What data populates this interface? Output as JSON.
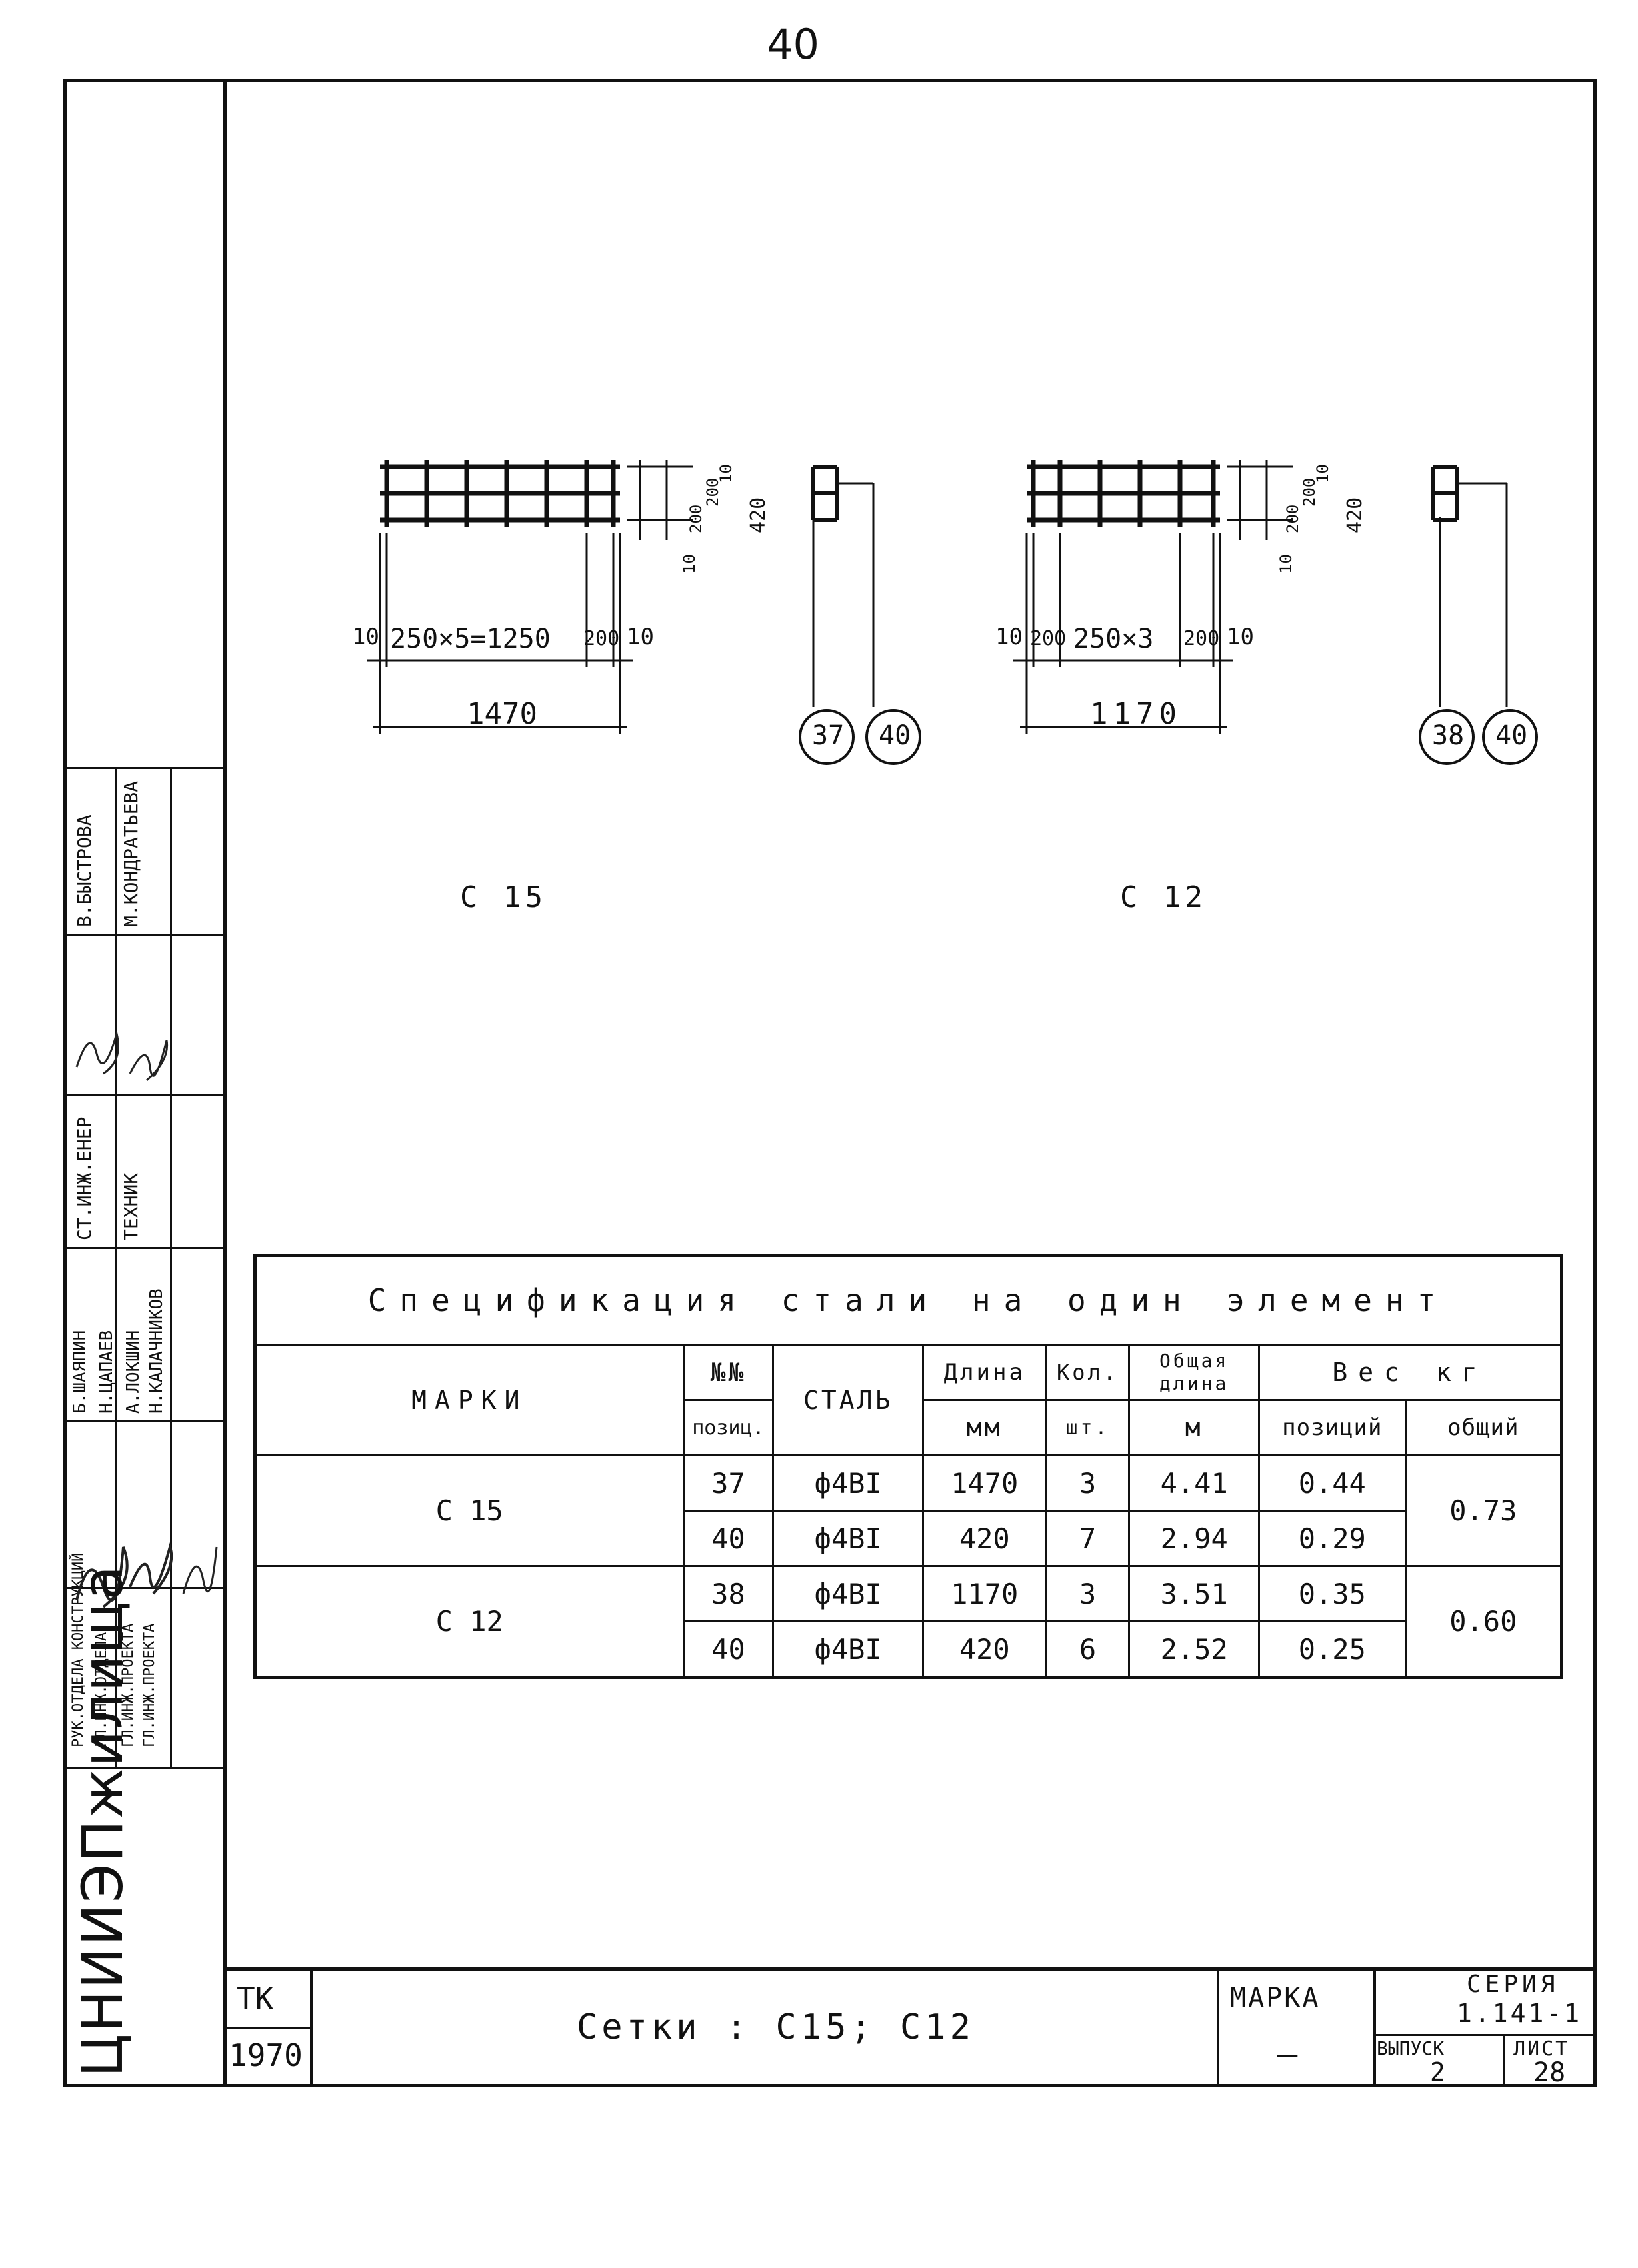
{
  "page_number": "40",
  "stamp": {
    "organization": "ЦНИИЭПжилища",
    "roles": [
      {
        "role": "РУК.ОТДЕЛА КОНСТРУКЦИЙ",
        "name": "Б.ШАЯПИН"
      },
      {
        "role": "ГЛ.ИНЖ.ОТДЕЛА",
        "name": "Н.ЦАПАЕВ"
      },
      {
        "role": "ГЛ.ИНЖ.ПРОЕКТА",
        "name": "А.ЛОКШИН"
      },
      {
        "role": "ГЛ.ИНЖ.ПРОЕКТА",
        "name": "Н.КАЛАЧНИКОВ"
      },
      {
        "role": "СТ.ИНЖ.ЕНЕР",
        "name": "В.БЫСТРОВА"
      },
      {
        "role": "ТЕХНИК",
        "name": "М.КОНДРАТЬЕВА"
      }
    ]
  },
  "drawings": [
    {
      "label": "С 15",
      "dims": {
        "width": "1470",
        "height": "420",
        "bottom_chain": [
          "10",
          "250×5=1250",
          "200",
          "10"
        ],
        "side_chain": [
          "10",
          "200",
          "200",
          "10"
        ]
      },
      "positions": [
        "37",
        "40"
      ]
    },
    {
      "label": "С 12",
      "dims": {
        "width": "1170",
        "height": "420",
        "bottom_chain": [
          "10",
          "200",
          "250×3",
          "200",
          "10"
        ],
        "side_chain": [
          "10",
          "200",
          "200",
          "10"
        ]
      },
      "positions": [
        "38",
        "40"
      ]
    }
  ],
  "spec_table": {
    "caption": "Спецификация стали на один элемент",
    "headers": {
      "mark": "МАРКИ",
      "pos_top": "№№",
      "pos_bottom": "позиц.",
      "steel": "СТАЛЬ",
      "length_top": "Длина",
      "length_bottom": "мм",
      "qty_top": "Кол.",
      "qty_bottom": "шт.",
      "total_top": "Общая длина",
      "total_bottom": "м",
      "weight": "Вес кг",
      "weight_pos": "позиций",
      "weight_total": "общий"
    },
    "groups": [
      {
        "mark": "С 15",
        "total_weight": "0.73",
        "rows": [
          {
            "pos": "37",
            "steel": "ф4ВI",
            "length": "1470",
            "qty": "3",
            "total_len": "4.41",
            "weight": "0.44"
          },
          {
            "pos": "40",
            "steel": "ф4ВI",
            "length": "420",
            "qty": "7",
            "total_len": "2.94",
            "weight": "0.29"
          }
        ]
      },
      {
        "mark": "С 12",
        "total_weight": "0.60",
        "rows": [
          {
            "pos": "38",
            "steel": "ф4ВI",
            "length": "1170",
            "qty": "3",
            "total_len": "3.51",
            "weight": "0.35"
          },
          {
            "pos": "40",
            "steel": "ф4ВI",
            "length": "420",
            "qty": "6",
            "total_len": "2.52",
            "weight": "0.25"
          }
        ]
      }
    ]
  },
  "title_block": {
    "tk": "ТК",
    "year": "1970",
    "title": "Сетки : С15; С12",
    "mark_label": "МАРКА",
    "mark_value": "—",
    "series_label": "СЕРИЯ",
    "series_value": "1.141-1",
    "issue_label": "ВЫПУСК",
    "issue_value": "2",
    "sheet_label": "ЛИСТ",
    "sheet_value": "28"
  }
}
